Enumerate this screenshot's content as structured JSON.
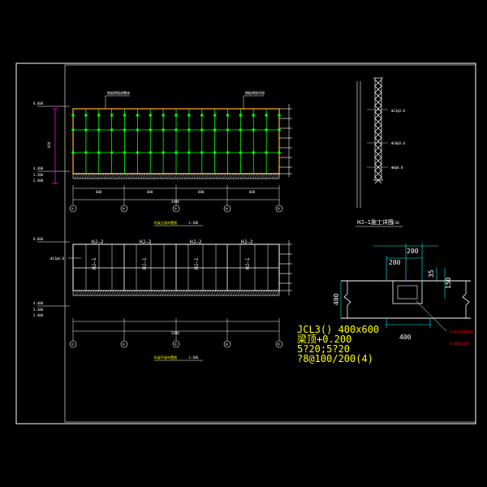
{
  "drawing": {
    "title_top": "桁架立面布置图",
    "title_top_scale": "1:100",
    "title_bottom": "桁架平面布置图",
    "title_bottom_scale": "1:100",
    "truss_title": "HJ—1施工详图",
    "truss_title_scale": "1:50",
    "elev_top_mark": "8.600",
    "elev_low_mark_1": "4.400",
    "elev_low_mark_2": "3.200",
    "elev_low_mark_3": "2.400",
    "dim_height": "600",
    "dim_total_top": "2400",
    "dim_total_bottom": "2400",
    "dim_bay_a": "600",
    "dim_bay_b": "600",
    "dim_bay_c": "600",
    "dim_bay_d": "600",
    "note_top_1": "钢架焊接成整体",
    "note_top_2": "钢板焊接牢固",
    "note_truss_1": "Φ12@3.0",
    "note_truss_2": "Φ10@3.6",
    "note_truss_3": "Φ8@4.0",
    "note_plan": "Φ12@4.0",
    "axis_1": "①",
    "axis_2": "②",
    "axis_3": "③",
    "axis_4": "④",
    "axis_5": "⑤",
    "hj2_label": "HJ—2",
    "hj1_label": "HJ—1",
    "beam_spec_line1": "JCL3()  400x600",
    "beam_spec_line2": "梁顶+0.200",
    "beam_spec_line3": "5?20;5?20",
    "beam_spec_line4": "?8@100/200(4)",
    "section_dim_200a": "200",
    "section_dim_200b": "200",
    "section_dim_400h": "400",
    "section_dim_400w": "400",
    "section_dim_35": "35",
    "section_dim_150": "150",
    "red_note_1": "桁架与地梁连接",
    "red_note_2": "B—B截面详图"
  },
  "colors": {
    "background": "#000000",
    "line_white": "#ffffff",
    "line_green": "#00ff00",
    "line_orange": "#d48a1c",
    "line_cyan": "#00ffff",
    "line_magenta": "#ff00ff",
    "text_yellow": "#ffff00",
    "text_red": "#ff0000"
  }
}
